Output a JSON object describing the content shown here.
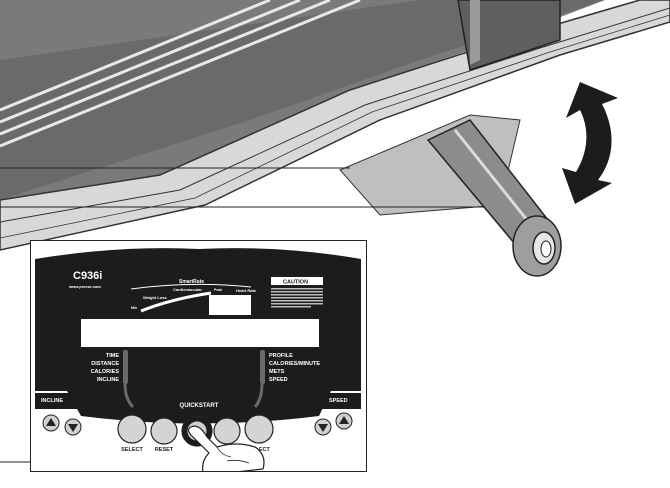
{
  "console": {
    "model": "C936i",
    "website": "www.precor.com",
    "smartrate_label": "SmartRate",
    "smartrate_weight_loss": "Weight Loss",
    "smartrate_cardiovascular": "Cardiovascular",
    "smartrate_heart_rate": "Heart Rate",
    "smartrate_peak": "Peak",
    "smartrate_min": "Min",
    "caution_label": "CAUTION",
    "left_labels": [
      "TIME",
      "DISTANCE",
      "CALORIES",
      "INCLINE"
    ],
    "right_labels": [
      "PROFILE",
      "CALORIES/MINUTE",
      "METS",
      "SPEED"
    ],
    "incline_label": "INCLINE",
    "speed_label": "SPEED",
    "quickstart_label": "QUICKSTART",
    "select_left_label": "SELECT",
    "reset_label": "RESET",
    "select_right_label": "SELECT"
  },
  "colors": {
    "console_body": "#1c1c1c",
    "belt_dark": "#6b6b6b",
    "belt_light": "#a3a3a3",
    "line": "#222222"
  },
  "icons": [
    "curved-double-arrow-icon",
    "up-arrow-icon",
    "down-arrow-icon",
    "hand-icon"
  ]
}
